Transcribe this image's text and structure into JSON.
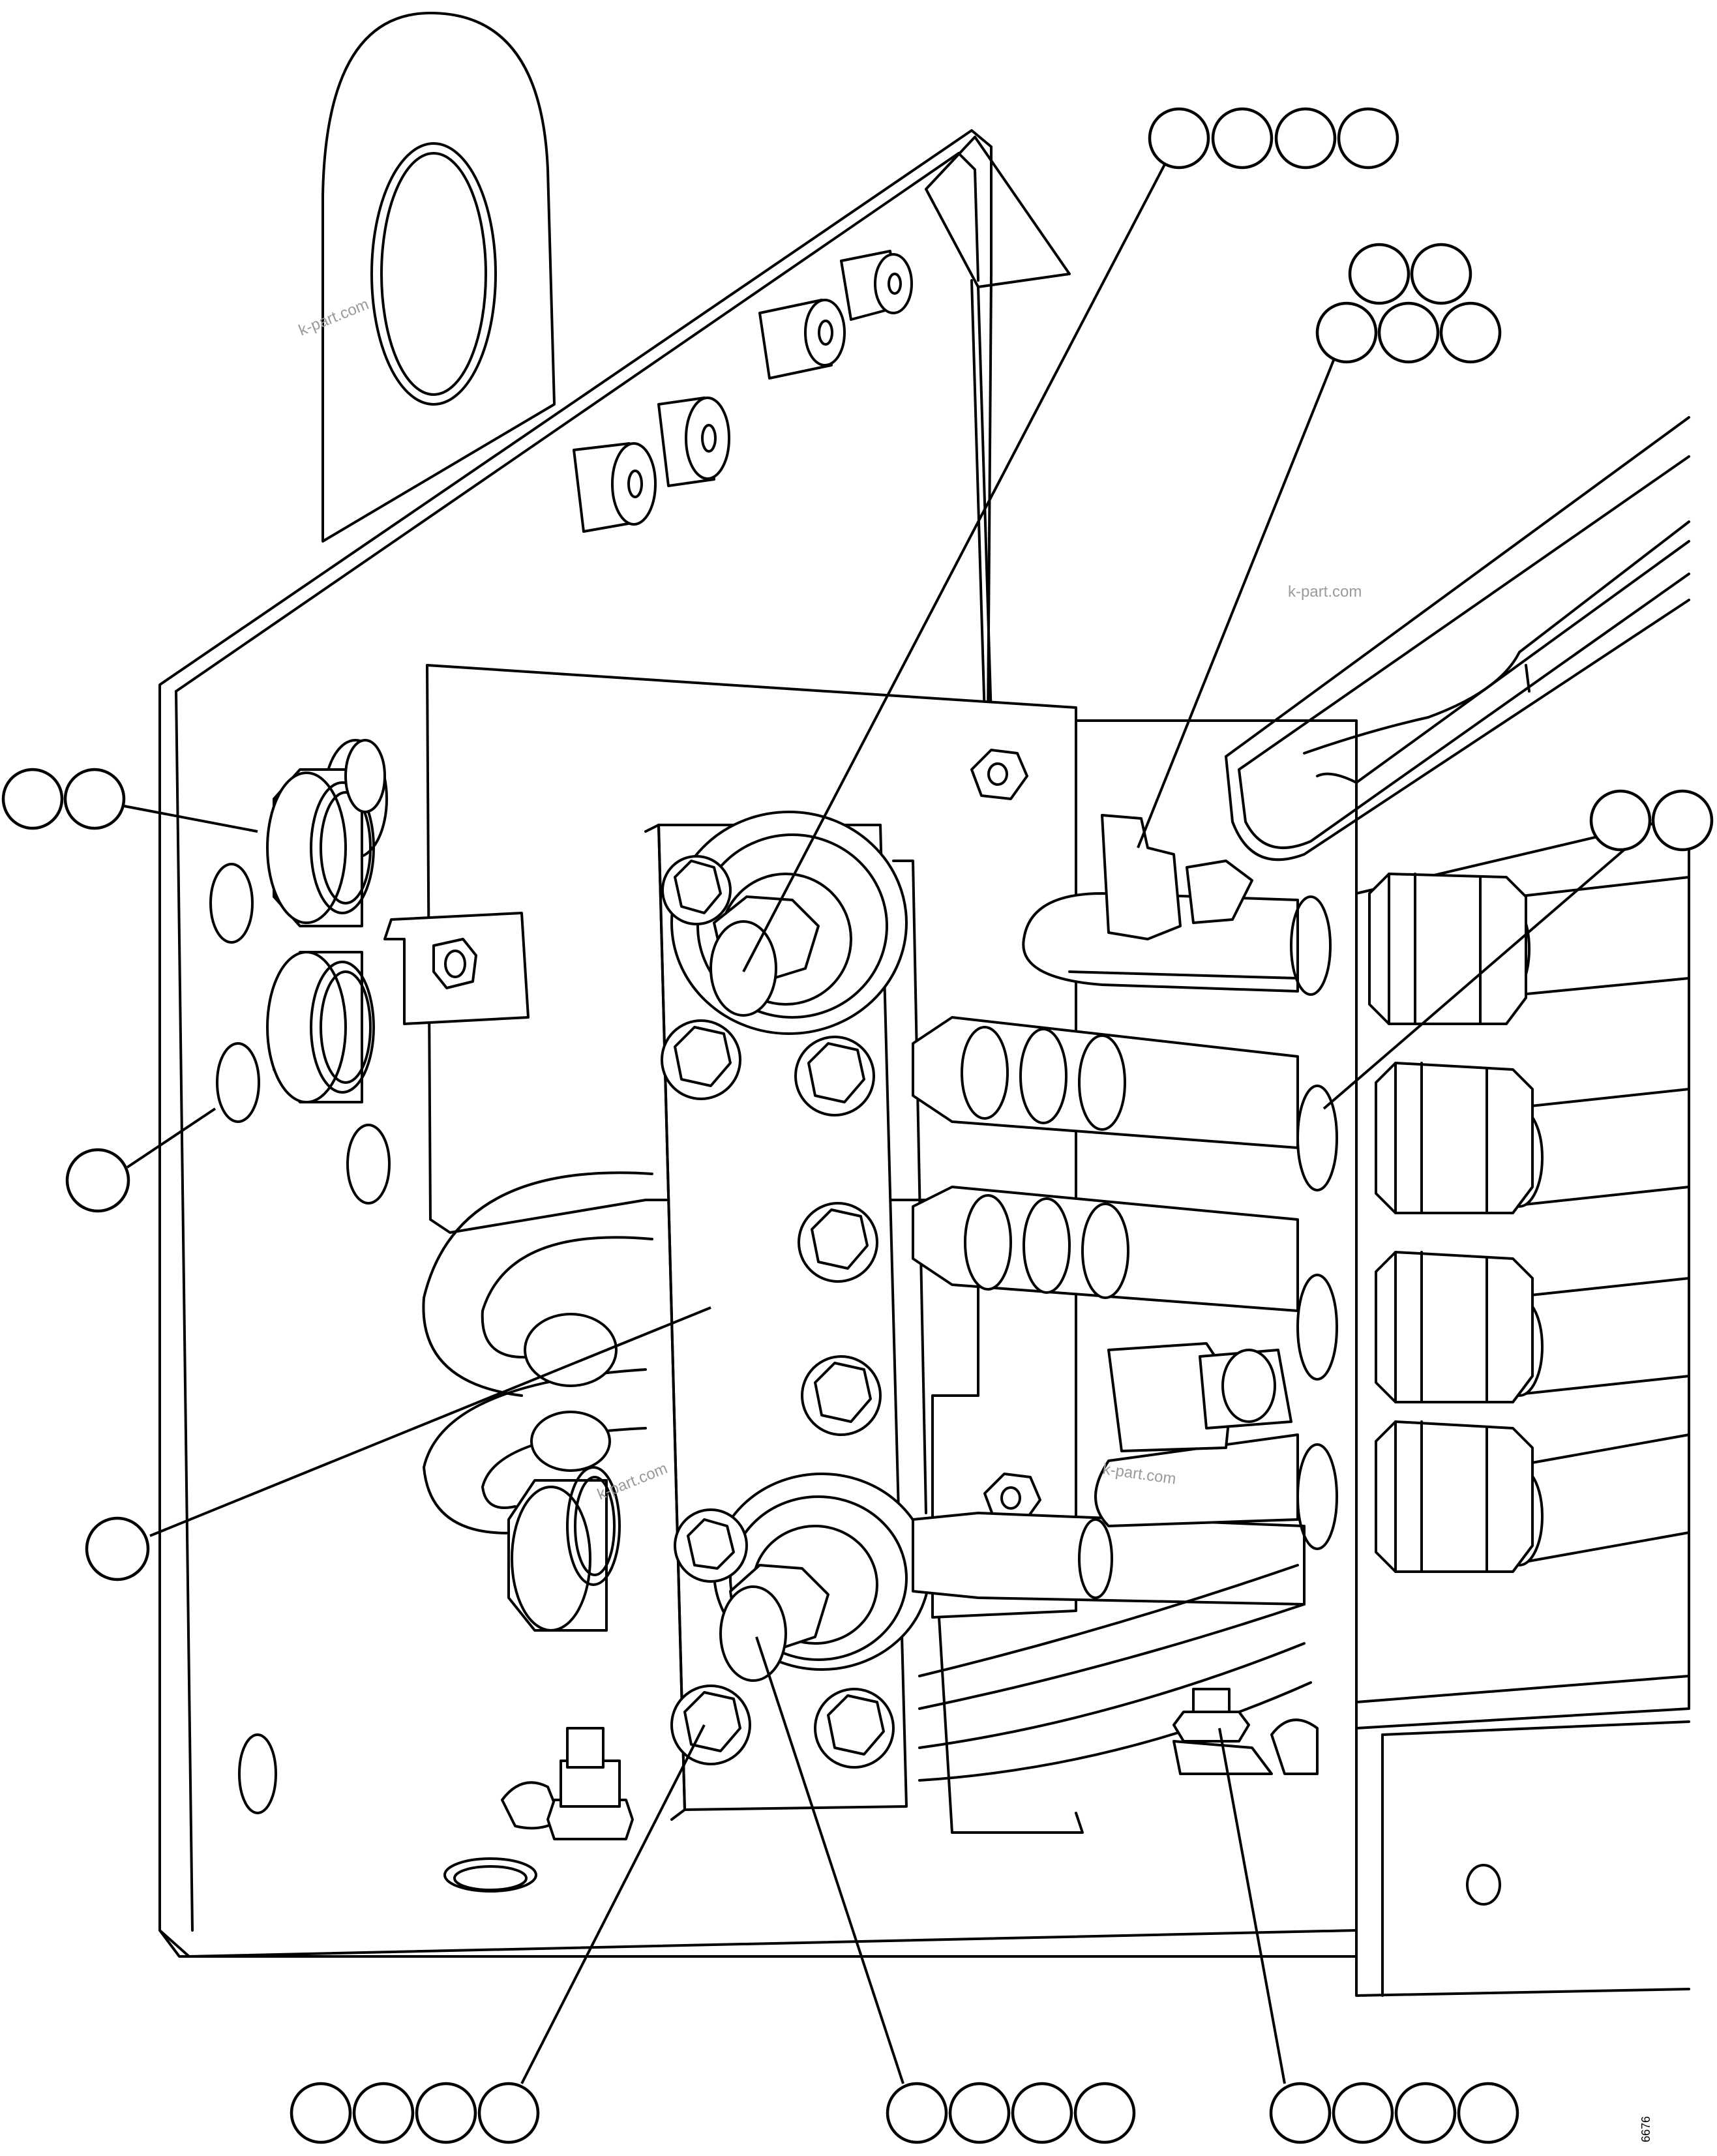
{
  "diagram": {
    "watermarks": [
      "k-part.com",
      "k-part.com",
      "k-part.com",
      "k-part.com"
    ],
    "drawing_number": "6676",
    "callouts": [
      {
        "id": "callout-top-center",
        "bubbles": 4,
        "labels": []
      },
      {
        "id": "callout-top-right-stack",
        "bubbles": 5,
        "labels": []
      },
      {
        "id": "callout-left-upper",
        "bubbles": 2,
        "labels": []
      },
      {
        "id": "callout-right-middle",
        "bubbles": 2,
        "labels": []
      },
      {
        "id": "callout-left-middle",
        "bubbles": 1,
        "labels": []
      },
      {
        "id": "callout-left-lower",
        "bubbles": 1,
        "labels": []
      },
      {
        "id": "callout-bottom-left",
        "bubbles": 4,
        "labels": []
      },
      {
        "id": "callout-bottom-center",
        "bubbles": 4,
        "labels": []
      },
      {
        "id": "callout-bottom-right",
        "bubbles": 4,
        "labels": []
      }
    ]
  }
}
